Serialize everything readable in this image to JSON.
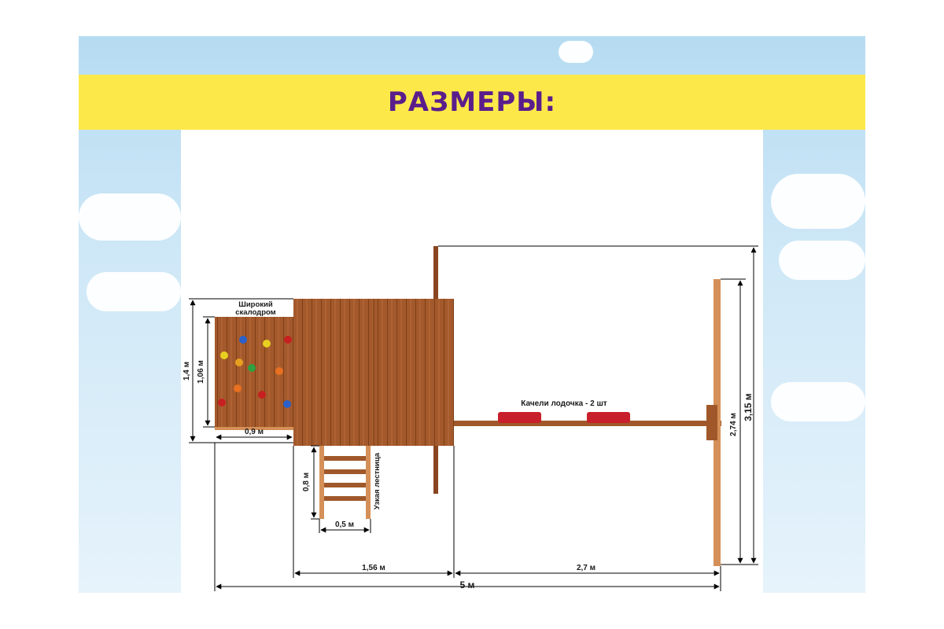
{
  "page_title": "РАЗМЕРЫ:",
  "labels": {
    "wall": [
      "Широкий",
      "скалодром"
    ],
    "ladder": "Узкая лестница",
    "swings": "Качели лодочка - 2 шт"
  },
  "dimensions": {
    "wall_outer_height": "1,4 м",
    "wall_inner_height": "1,06 м",
    "wall_width": "0,9 м",
    "ladder_height": "0,8 м",
    "ladder_width": "0,5 м",
    "platform_width": "1,56 м",
    "swing_beam_length": "2,7 м",
    "total_length": "5 м",
    "swing_height": "2,74 м",
    "total_height": "3,15 м"
  },
  "colors": {
    "wood": "#a0582a",
    "wood_dark": "#8a4520",
    "swing_red": "#c8202a",
    "title_purple": "#5a1e8c",
    "title_yellow": "#fde84a"
  }
}
